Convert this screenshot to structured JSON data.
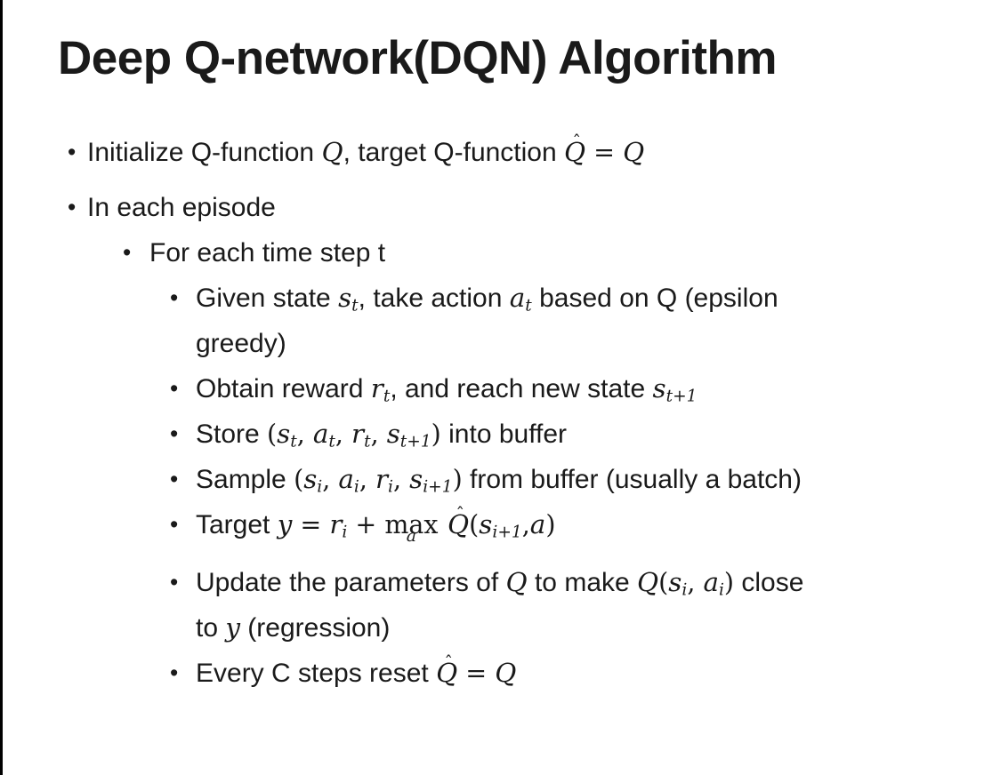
{
  "colors": {
    "background": "#ffffff",
    "text": "#1a1a1a",
    "left_border": "#000000"
  },
  "slide": {
    "title": "Deep Q-network(DQN) Algorithm",
    "bullet_glyph": "•",
    "bullets": [
      {
        "level": 1,
        "segments": [
          {
            "s": "t",
            "x": "Initialize Q-function "
          },
          {
            "s": "v",
            "x": "Q"
          },
          {
            "s": "t",
            "x": ", target Q-function "
          },
          {
            "s": "hat",
            "x": "Q"
          },
          {
            "s": "m",
            "x": " = "
          },
          {
            "s": "v",
            "x": "Q"
          }
        ]
      },
      {
        "level": 1,
        "segments": [
          {
            "s": "t",
            "x": "In each episode"
          }
        ]
      },
      {
        "level": 2,
        "segments": [
          {
            "s": "t",
            "x": "For each time step t"
          }
        ]
      },
      {
        "level": 3,
        "segments": [
          {
            "s": "t",
            "x": "Given state "
          },
          {
            "s": "v",
            "x": "s",
            "sub": "t"
          },
          {
            "s": "t",
            "x": ", take action "
          },
          {
            "s": "v",
            "x": "a",
            "sub": "t"
          },
          {
            "s": "t",
            "x": " based on Q (epsilon"
          },
          {
            "s": "br"
          },
          {
            "s": "t",
            "x": "greedy)"
          }
        ]
      },
      {
        "level": 3,
        "segments": [
          {
            "s": "t",
            "x": "Obtain reward "
          },
          {
            "s": "v",
            "x": "r",
            "sub": "t"
          },
          {
            "s": "t",
            "x": ", and reach new state "
          },
          {
            "s": "v",
            "x": "s",
            "sub": "t+1"
          }
        ]
      },
      {
        "level": 3,
        "segments": [
          {
            "s": "t",
            "x": "Store "
          },
          {
            "s": "m",
            "x": "("
          },
          {
            "s": "v",
            "x": "s",
            "sub": "t"
          },
          {
            "s": "m",
            "x": ", "
          },
          {
            "s": "v",
            "x": "a",
            "sub": "t"
          },
          {
            "s": "m",
            "x": ", "
          },
          {
            "s": "v",
            "x": "r",
            "sub": "t"
          },
          {
            "s": "m",
            "x": ", "
          },
          {
            "s": "v",
            "x": "s",
            "sub": "t+1"
          },
          {
            "s": "m",
            "x": ")"
          },
          {
            "s": "t",
            "x": " into buffer"
          }
        ]
      },
      {
        "level": 3,
        "segments": [
          {
            "s": "t",
            "x": "Sample "
          },
          {
            "s": "m",
            "x": "("
          },
          {
            "s": "v",
            "x": "s",
            "sub": "i"
          },
          {
            "s": "m",
            "x": ", "
          },
          {
            "s": "v",
            "x": "a",
            "sub": "i"
          },
          {
            "s": "m",
            "x": ", "
          },
          {
            "s": "v",
            "x": "r",
            "sub": "i"
          },
          {
            "s": "m",
            "x": ", "
          },
          {
            "s": "v",
            "x": "s",
            "sub": "i+1"
          },
          {
            "s": "m",
            "x": ")"
          },
          {
            "s": "t",
            "x": " from buffer (usually a batch)"
          }
        ]
      },
      {
        "level": 3,
        "space_after": true,
        "segments": [
          {
            "s": "t",
            "x": "Target "
          },
          {
            "s": "v",
            "x": "y"
          },
          {
            "s": "m",
            "x": " = "
          },
          {
            "s": "v",
            "x": "r",
            "sub": "i"
          },
          {
            "s": "m",
            "x": " + "
          },
          {
            "s": "max",
            "x": "max",
            "under": "a"
          },
          {
            "s": "t",
            "x": " "
          },
          {
            "s": "hat",
            "x": "Q"
          },
          {
            "s": "m",
            "x": "("
          },
          {
            "s": "v",
            "x": "s",
            "sub": "i+1"
          },
          {
            "s": "m",
            "x": ","
          },
          {
            "s": "v",
            "x": "a"
          },
          {
            "s": "m",
            "x": ")"
          }
        ]
      },
      {
        "level": 3,
        "segments": [
          {
            "s": "t",
            "x": "Update the parameters of "
          },
          {
            "s": "v",
            "x": "Q"
          },
          {
            "s": "t",
            "x": " to make "
          },
          {
            "s": "v",
            "x": "Q"
          },
          {
            "s": "m",
            "x": "("
          },
          {
            "s": "v",
            "x": "s",
            "sub": "i"
          },
          {
            "s": "m",
            "x": ", "
          },
          {
            "s": "v",
            "x": "a",
            "sub": "i"
          },
          {
            "s": "m",
            "x": ")"
          },
          {
            "s": "t",
            "x": " close"
          },
          {
            "s": "br"
          },
          {
            "s": "t",
            "x": "to "
          },
          {
            "s": "v",
            "x": "y"
          },
          {
            "s": "t",
            "x": " (regression)"
          }
        ]
      },
      {
        "level": 3,
        "segments": [
          {
            "s": "t",
            "x": "Every C steps reset "
          },
          {
            "s": "hat",
            "x": "Q"
          },
          {
            "s": "m",
            "x": " = "
          },
          {
            "s": "v",
            "x": "Q"
          }
        ]
      }
    ]
  }
}
